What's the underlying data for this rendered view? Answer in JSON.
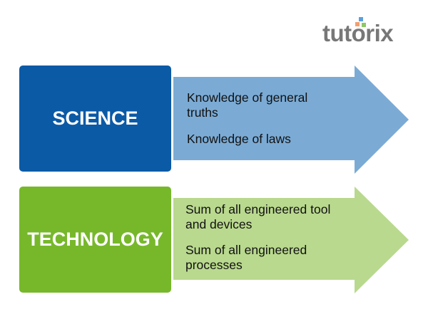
{
  "logo": {
    "text": "tutorix"
  },
  "colors": {
    "science": "#0b5aa6",
    "science_arrow": "#7babd5",
    "technology": "#77b82b",
    "technology_arrow": "#b9d98e"
  },
  "science": {
    "label": "SCIENCE",
    "points": [
      "Knowledge of general truths",
      "Knowledge of laws"
    ]
  },
  "technology": {
    "label": "TECHNOLOGY",
    "points": [
      "Sum of all engineered tool and devices",
      "Sum of all engineered processes"
    ]
  }
}
